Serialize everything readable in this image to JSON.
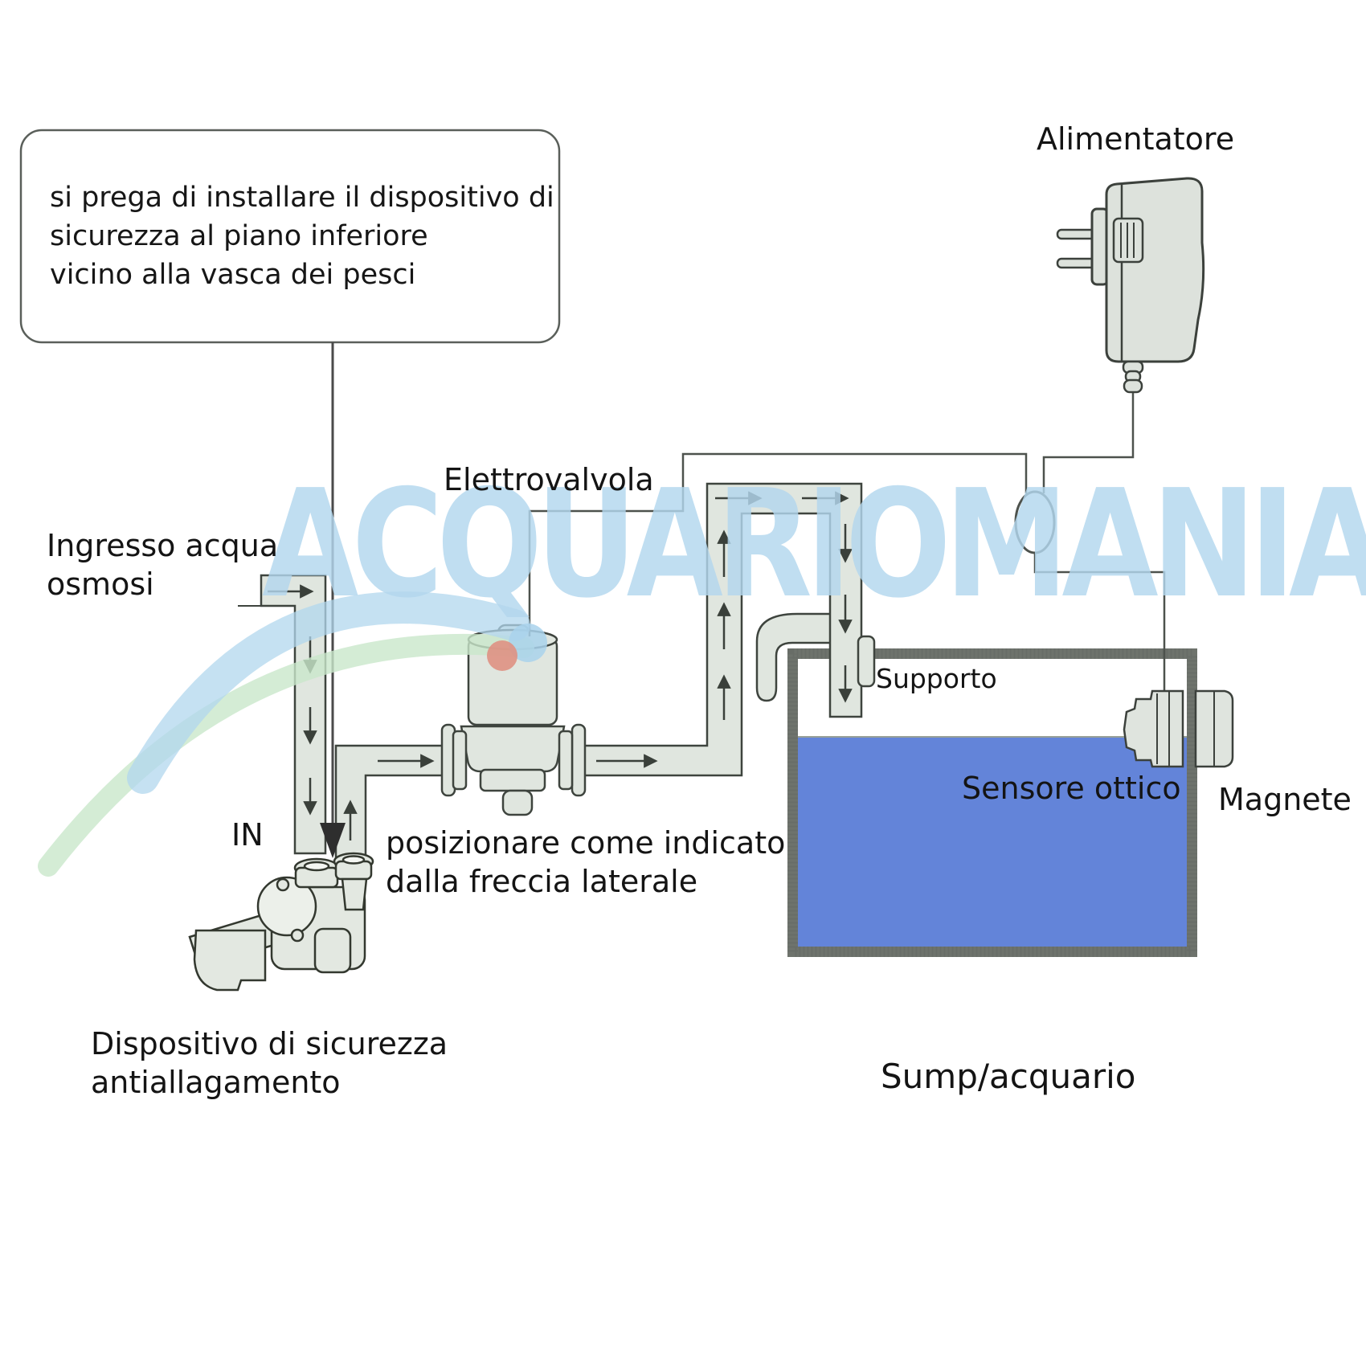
{
  "diagram": {
    "note": {
      "lines": [
        "si prega di installare il dispositivo di",
        "sicurezza al piano inferiore",
        "vicino alla vasca dei pesci"
      ]
    },
    "labels": {
      "alimentatore": "Alimentatore",
      "elettrovalvola": "Elettrovalvola",
      "ingresso": [
        "Ingresso acqua",
        "osmosi"
      ],
      "in_label": "IN",
      "posizionare": [
        "posizionare come indicato",
        "dalla freccia laterale"
      ],
      "dispositivo": [
        "Dispositivo di sicurezza",
        "antiallagamento"
      ],
      "supporto": "Supporto",
      "sensore": "Sensore ottico",
      "magnete": "Magnete",
      "sump": "Sump/acquario"
    },
    "watermark": {
      "text": "ACQUARIOMANIA",
      "color": "#b3d7ee"
    },
    "colors": {
      "water": "#6384d9",
      "pipe_fill": "#e0e6df",
      "pipe_outline": "#3e443e",
      "tank_border": "#6e736c",
      "wire": "#4d524d",
      "watermark_blue": "#b3d7ee",
      "watermark_green": "#c9e7cb",
      "logo_red": "#df9183"
    }
  }
}
